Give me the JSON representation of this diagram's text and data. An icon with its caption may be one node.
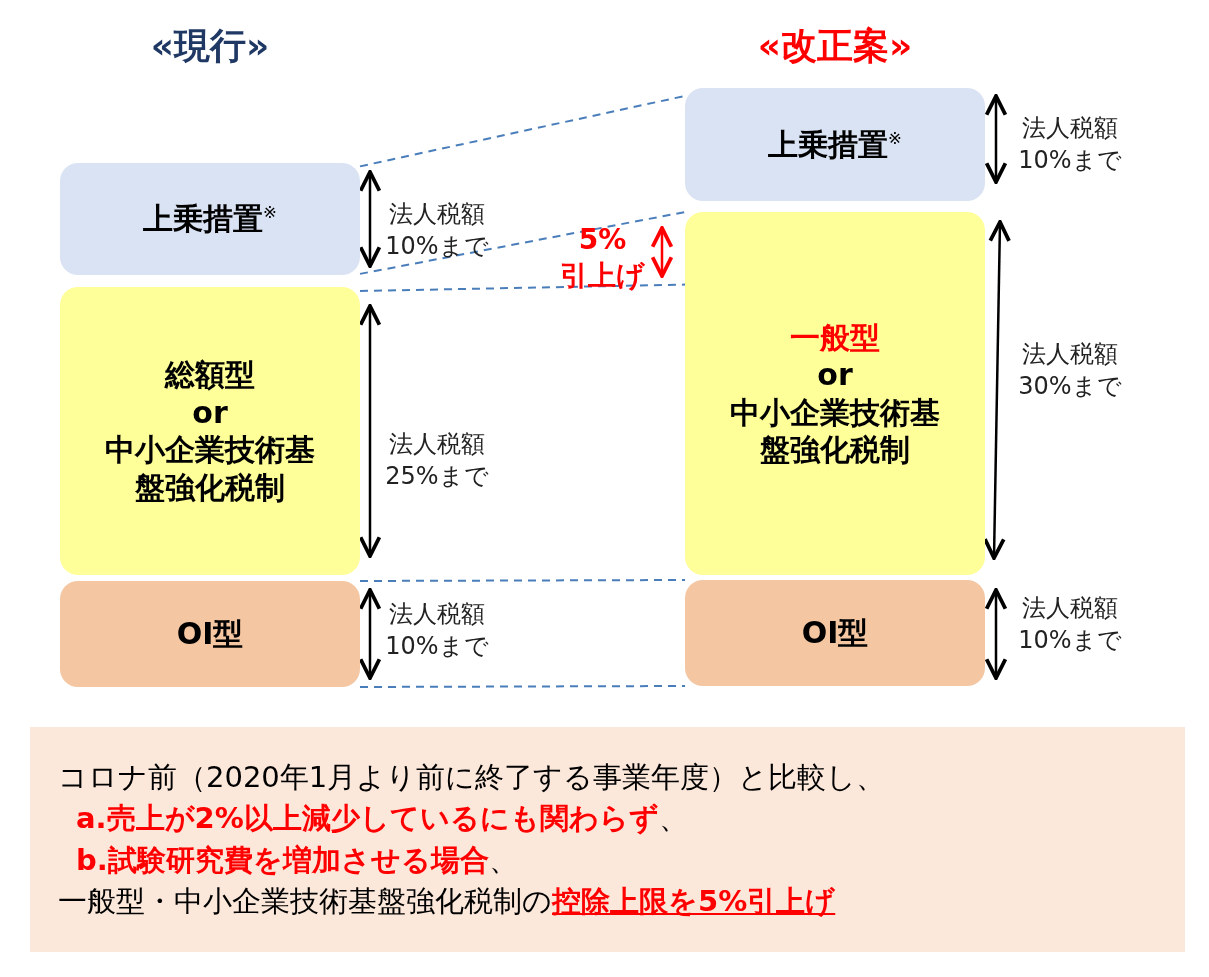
{
  "diagram": {
    "nodes": [
      {
        "text": [
          "上乗措置$^{※}$"
        ],
        "beside": [
          "法人税額 10%まで"
        ]
      },
      {
        "text": [
          "総額型",
          "or",
          "中小企業技術基盤強化税制"
        ],
        "beside": [
          "法人税額 25%まで"
        ]
      },
      {
        "text": [
          "OI型"
        ],
        "beside": [
          "法人税額 10%まで"
        ]
      },
      {
        "text": [
          "上乗措置$^{※}$"
        ],
        "beside": [
          "法人税額 10%まで"
        ]
      },
      {
        "text": [
          "一般型",
          "or",
          "中小企業技術基盤強化税制"
        ],
        "beside": [
          "法人税額 30%まで"
        ]
      },
      {
        "text": [
          "OI型"
        ],
        "beside": [
          "法人税額 10%まで"
        ]
      },
      {
        "text": [
          "コロナ前（2020年1月より前に終了する事業年度）と比較し、",
          "**a.売上が2%以上減少しているにも関わらず**、",
          "**b.試験研究費を増加させる場合**、",
          "一般型・中小企業技術基盤強化税制の**控除上限を5%引上げ**"
        ]
      }
    ],
    "edges": [
      {
        "from": 0,
        "to": 3,
        "arrow": "none",
        "style": "dashed"
      },
      {
        "from": 0,
        "to": 4,
        "arrow": "none",
        "style": "dashed"
      },
      {
        "from": 1,
        "to": 4,
        "arrow": "none",
        "style": "dashed"
      },
      {
        "from": 2,
        "to": 5,
        "arrow": "none",
        "style": "dashed"
      },
      {
        "from": 2,
        "to": 5,
        "arrow": "none",
        "style": "dashed"
      }
    ],
    "labels": [
      "«現行»",
      "«改正案»",
      "5% 引上げ"
    ]
  }
}
